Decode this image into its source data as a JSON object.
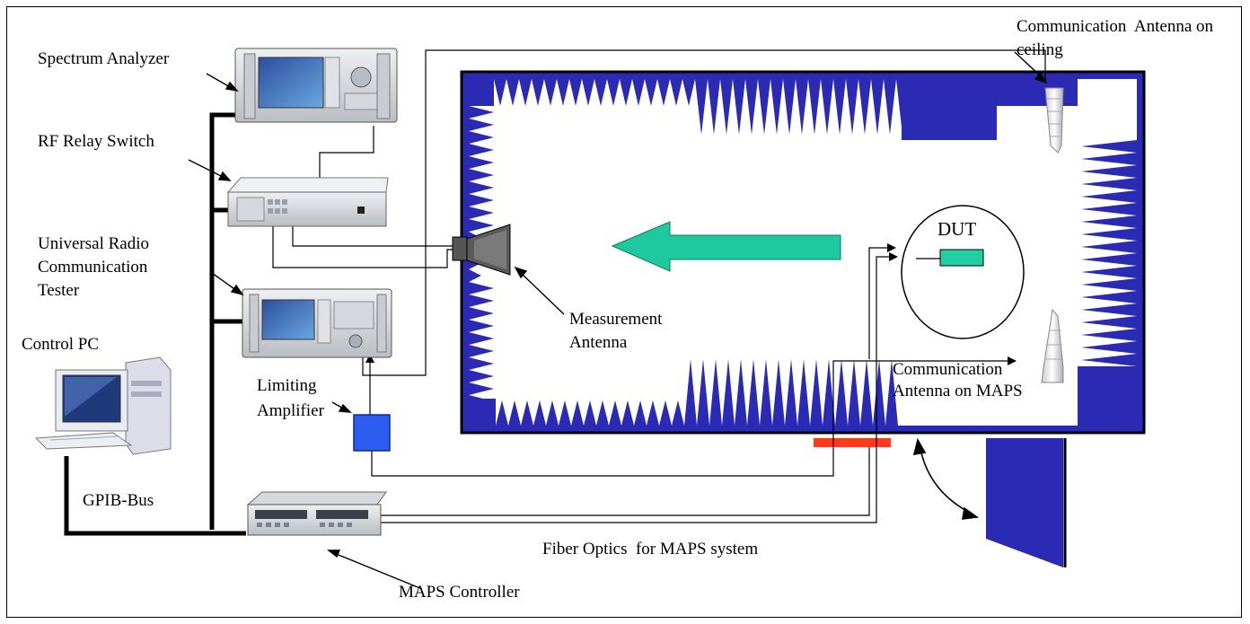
{
  "labels": {
    "spectrum_analyzer": "Spectrum Analyzer",
    "rf_relay_switch": "RF Relay Switch",
    "urct_line1": "Universal Radio",
    "urct_line2": "Communication",
    "urct_line3": "Tester",
    "control_pc": "Control PC",
    "limiting_amp_line1": "Limiting",
    "limiting_amp_line2": "Amplifier",
    "gpib_bus": "GPIB-Bus",
    "maps_controller": "MAPS Controller",
    "measurement_antenna_line1": "Measurement",
    "measurement_antenna_line2": "Antenna",
    "dut": "DUT",
    "comm_antenna_ceiling_line1": "Communication  Antenna on",
    "comm_antenna_ceiling_line2": "ceiling",
    "comm_antenna_maps_line1": "Communication",
    "comm_antenna_maps_line2": "Antenna on MAPS",
    "fiber_optics": "Fiber Optics  for MAPS system"
  },
  "colors": {
    "absorber_blue": "#2a2ab4",
    "arrow_green": "#1fc9a0",
    "dut_green": "#22cfa3",
    "amplifier_blue": "#2c5cf0",
    "fiber_red": "#ff3a1a",
    "line_black": "#000000"
  },
  "icons": {
    "spectrum_analyzer": "spectrum-analyzer-instrument-icon",
    "rf_relay_switch": "rf-relay-switch-instrument-icon",
    "urct": "radio-communication-tester-icon",
    "control_pc": "desktop-computer-icon",
    "maps_controller": "maps-controller-instrument-icon",
    "measurement_antenna": "horn-antenna-icon",
    "communication_antenna": "cone-antenna-icon"
  }
}
